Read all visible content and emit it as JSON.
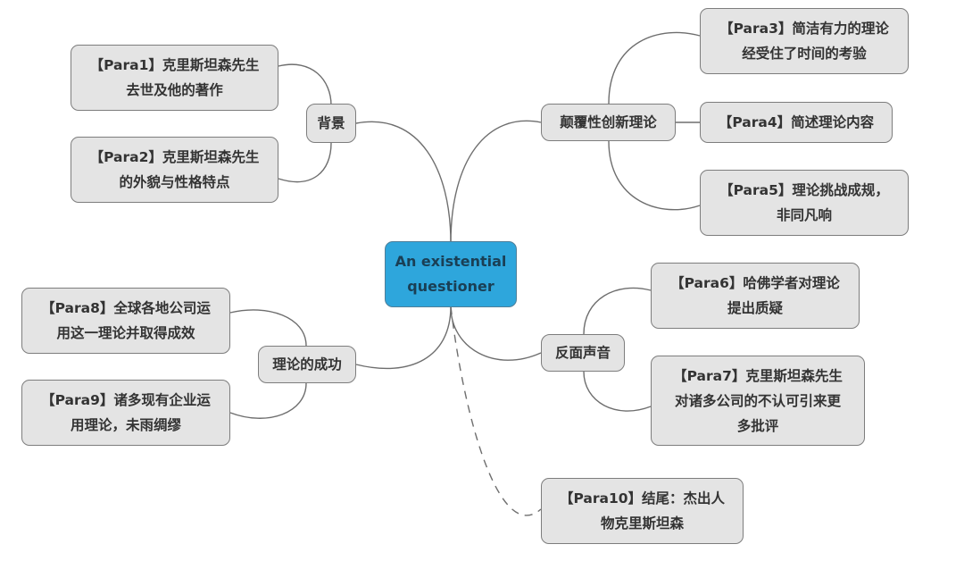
{
  "center": {
    "label": "An existential\nquestioner"
  },
  "branches": {
    "background": {
      "label": "背景",
      "children": [
        "【Para1】克里斯坦森先生\n去世及他的著作",
        "【Para2】克里斯坦森先生\n的外貌与性格特点"
      ]
    },
    "disruptive_theory": {
      "label": "颠覆性创新理论",
      "children": [
        "【Para3】简洁有力的理论\n经受住了时间的考验",
        "【Para4】简述理论内容",
        "【Para5】理论挑战成规，\n非同凡响"
      ]
    },
    "opposing_voices": {
      "label": "反面声音",
      "children": [
        "【Para6】哈佛学者对理论\n提出质疑",
        "【Para7】克里斯坦森先生\n对诸多公司的不认可引来更\n多批评"
      ]
    },
    "theory_success": {
      "label": "理论的成功",
      "children": [
        "【Para8】全球各地公司运\n用这一理论并取得成效",
        "【Para9】诸多现有企业运\n用理论，未雨绸缪"
      ]
    },
    "ending": {
      "label": "【Para10】结尾：杰出人\n物克里斯坦森"
    }
  },
  "colors": {
    "center_fill": "#2ea6dc",
    "node_fill": "#e4e4e4",
    "node_border": "#7d7d7d",
    "connector": "#6e6e6e"
  }
}
